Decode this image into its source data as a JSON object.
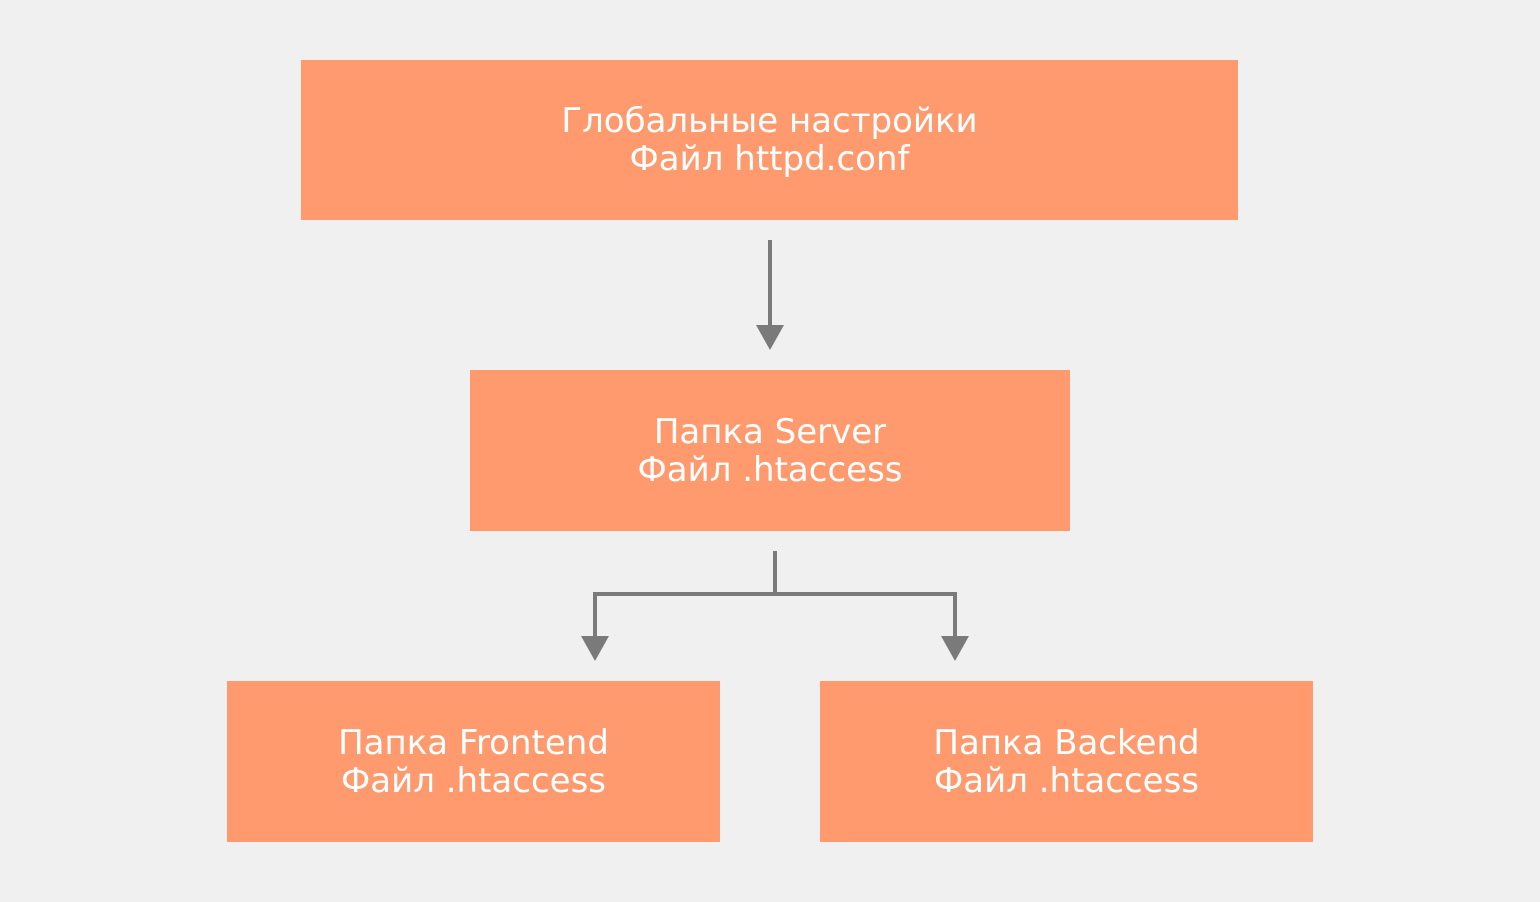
{
  "colors": {
    "background": "#f0f0f0",
    "node_fill": "#ff9a6e",
    "node_text": "#ffffff",
    "connector": "#7a7a7a"
  },
  "nodes": {
    "global": {
      "line1": "Глобальные настройки",
      "line2": "Файл httpd.conf"
    },
    "server": {
      "line1": "Папка Server",
      "line2": "Файл .htaccess"
    },
    "frontend": {
      "line1": "Папка Frontend",
      "line2": "Файл .htaccess"
    },
    "backend": {
      "line1": "Папка Backend",
      "line2": "Файл .htaccess"
    }
  },
  "edges": [
    {
      "from": "global",
      "to": "server"
    },
    {
      "from": "server",
      "to": "frontend"
    },
    {
      "from": "server",
      "to": "backend"
    }
  ]
}
